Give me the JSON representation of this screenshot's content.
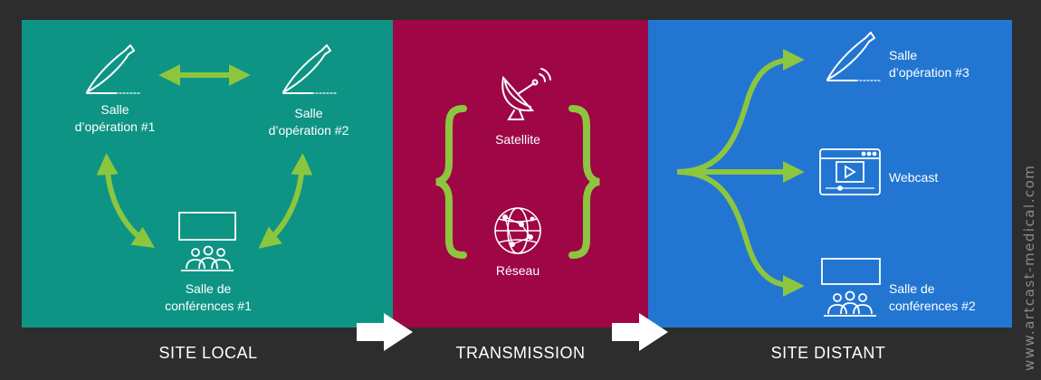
{
  "sections": {
    "local": "SITE LOCAL",
    "transmission": "TRANSMISSION",
    "distant": "SITE DISTANT"
  },
  "local": {
    "or1": {
      "line1": "Salle",
      "line2": "d’opération #1"
    },
    "or2": {
      "line1": "Salle",
      "line2": "d’opération #2"
    },
    "conf1": {
      "line1": "Salle de",
      "line2": "conférences #1"
    }
  },
  "transmission": {
    "satellite": "Satellite",
    "network": "Réseau"
  },
  "distant": {
    "or3": {
      "line1": "Salle",
      "line2": "d’opération #3"
    },
    "webcast": "Webcast",
    "conf2": {
      "line1": "Salle de",
      "line2": "conférences #2"
    }
  },
  "watermark": "www.artcast-medical.com",
  "colors": {
    "local_bg": "#0e9484",
    "transmission_bg": "#9e0646",
    "distant_bg": "#2276d2",
    "arrow_green": "#8cc63f",
    "page_bg": "#2d2d2d"
  }
}
